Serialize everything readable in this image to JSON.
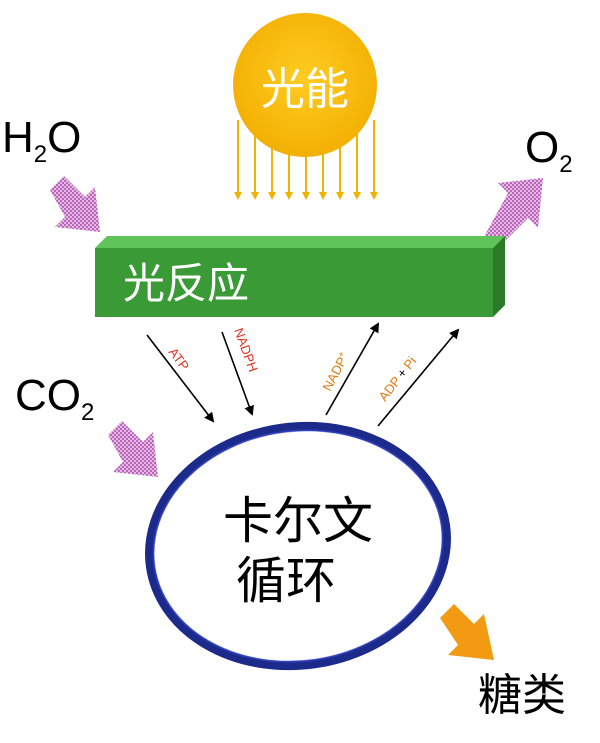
{
  "sun_label": "光能",
  "light_reaction_label": "光反应",
  "calvin_line1": "卡尔文",
  "calvin_line2": "循环",
  "inputs": {
    "h2o_main": "H",
    "h2o_sub": "2",
    "h2o_tail": "O",
    "co2_main": "CO",
    "co2_sub": "2"
  },
  "outputs": {
    "o2_main": "O",
    "o2_sub": "2",
    "sugar": "糖类"
  },
  "arrow_labels": {
    "atp": "ATP",
    "nadph": "NADPH",
    "nadp_main": "NADP",
    "nadp_sup": "+",
    "adp_a": "ADP",
    "adp_plus": "+",
    "adp_b": "Pi"
  },
  "colors": {
    "sun": "#f5b800",
    "sun_rays": "#f0b400",
    "bar_front": "#3a9a35",
    "bar_top": "#5fc45a",
    "bar_side": "#2a7a27",
    "hatched_arrow": "#c878c8",
    "sugar_arrow": "#f29a12",
    "ring": "#1c2a8c",
    "red_label": "#e03020",
    "orange_label": "#e07a10"
  }
}
